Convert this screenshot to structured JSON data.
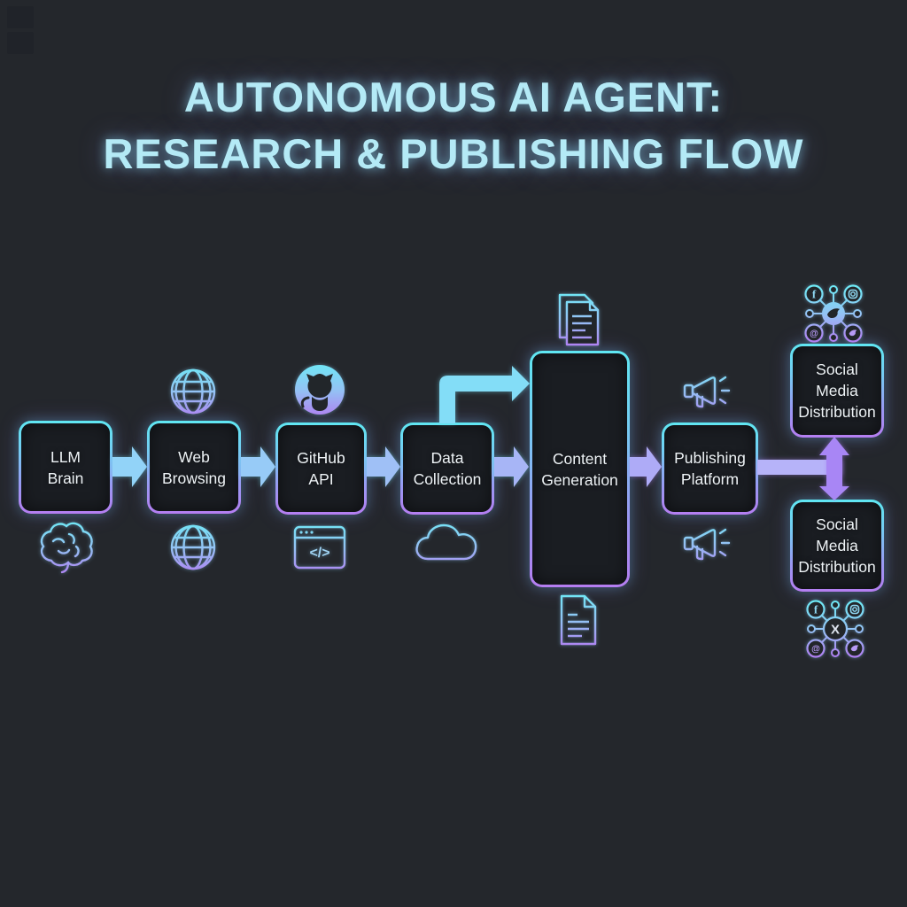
{
  "title": {
    "line1": "AUTONOMOUS AI AGENT:",
    "line2": "RESEARCH & PUBLISHING FLOW"
  },
  "diagram": {
    "nodes": [
      {
        "id": "llm-brain",
        "label": "LLM\nBrain"
      },
      {
        "id": "web-browsing",
        "label": "Web\nBrowsing"
      },
      {
        "id": "github-api",
        "label": "GitHub\nAPI"
      },
      {
        "id": "data-collection",
        "label": "Data\nCollection"
      },
      {
        "id": "content-generation",
        "label": "Content\nGeneration"
      },
      {
        "id": "publishing-platform",
        "label": "Publishing\nPlatform"
      },
      {
        "id": "social-media-top",
        "label": "Social\nMedia\nDistribution"
      },
      {
        "id": "social-media-bottom",
        "label": "Social\nMedia\nDistribution"
      }
    ],
    "connections": [
      "LLM Brain -> Web Browsing",
      "Web Browsing -> GitHub API",
      "GitHub API -> Data Collection",
      "Data Collection -> Content Generation (straight)",
      "Data Collection -> Content Generation (elbow, top)",
      "Content Generation -> Publishing Platform",
      "Publishing Platform -> Social Media Distribution (top)",
      "Publishing Platform -> Social Media Distribution (bottom)"
    ],
    "icons": [
      {
        "name": "brain-icon",
        "position": "below LLM Brain"
      },
      {
        "name": "globe-icon",
        "position": "above Web Browsing"
      },
      {
        "name": "globe-icon",
        "position": "below Web Browsing"
      },
      {
        "name": "github-octocat-icon",
        "position": "above GitHub API"
      },
      {
        "name": "code-window-icon",
        "position": "below GitHub API"
      },
      {
        "name": "cloud-icon",
        "position": "below Data Collection"
      },
      {
        "name": "stacked-documents-icon",
        "position": "above Content Generation"
      },
      {
        "name": "document-icon",
        "position": "below Content Generation"
      },
      {
        "name": "megaphone-icon",
        "position": "above Publishing Platform"
      },
      {
        "name": "megaphone-icon",
        "position": "below Publishing Platform"
      },
      {
        "name": "social-network-hub-icon",
        "position": "above Social Media Distribution (top)"
      },
      {
        "name": "social-network-hub-icon",
        "position": "below Social Media Distribution (bottom)"
      }
    ],
    "glyphs": {
      "code": "</>",
      "facebook": "f",
      "at": "@",
      "x": "X"
    }
  },
  "colors": {
    "background": "#24272c",
    "node_fill": "#1a1d22",
    "border_cyan": "#5fe7f2",
    "border_purple": "#b57ef1",
    "title": "#b4eaf6",
    "label": "#eef3f6",
    "arrow_blue": "#92d3f8",
    "arrow_periwinkle": "#adabf7",
    "arrow_cyan_elbow": "#83ddf7",
    "connector_bar": "#b6b3f9",
    "split_arrow_purple": "#a886f5"
  }
}
